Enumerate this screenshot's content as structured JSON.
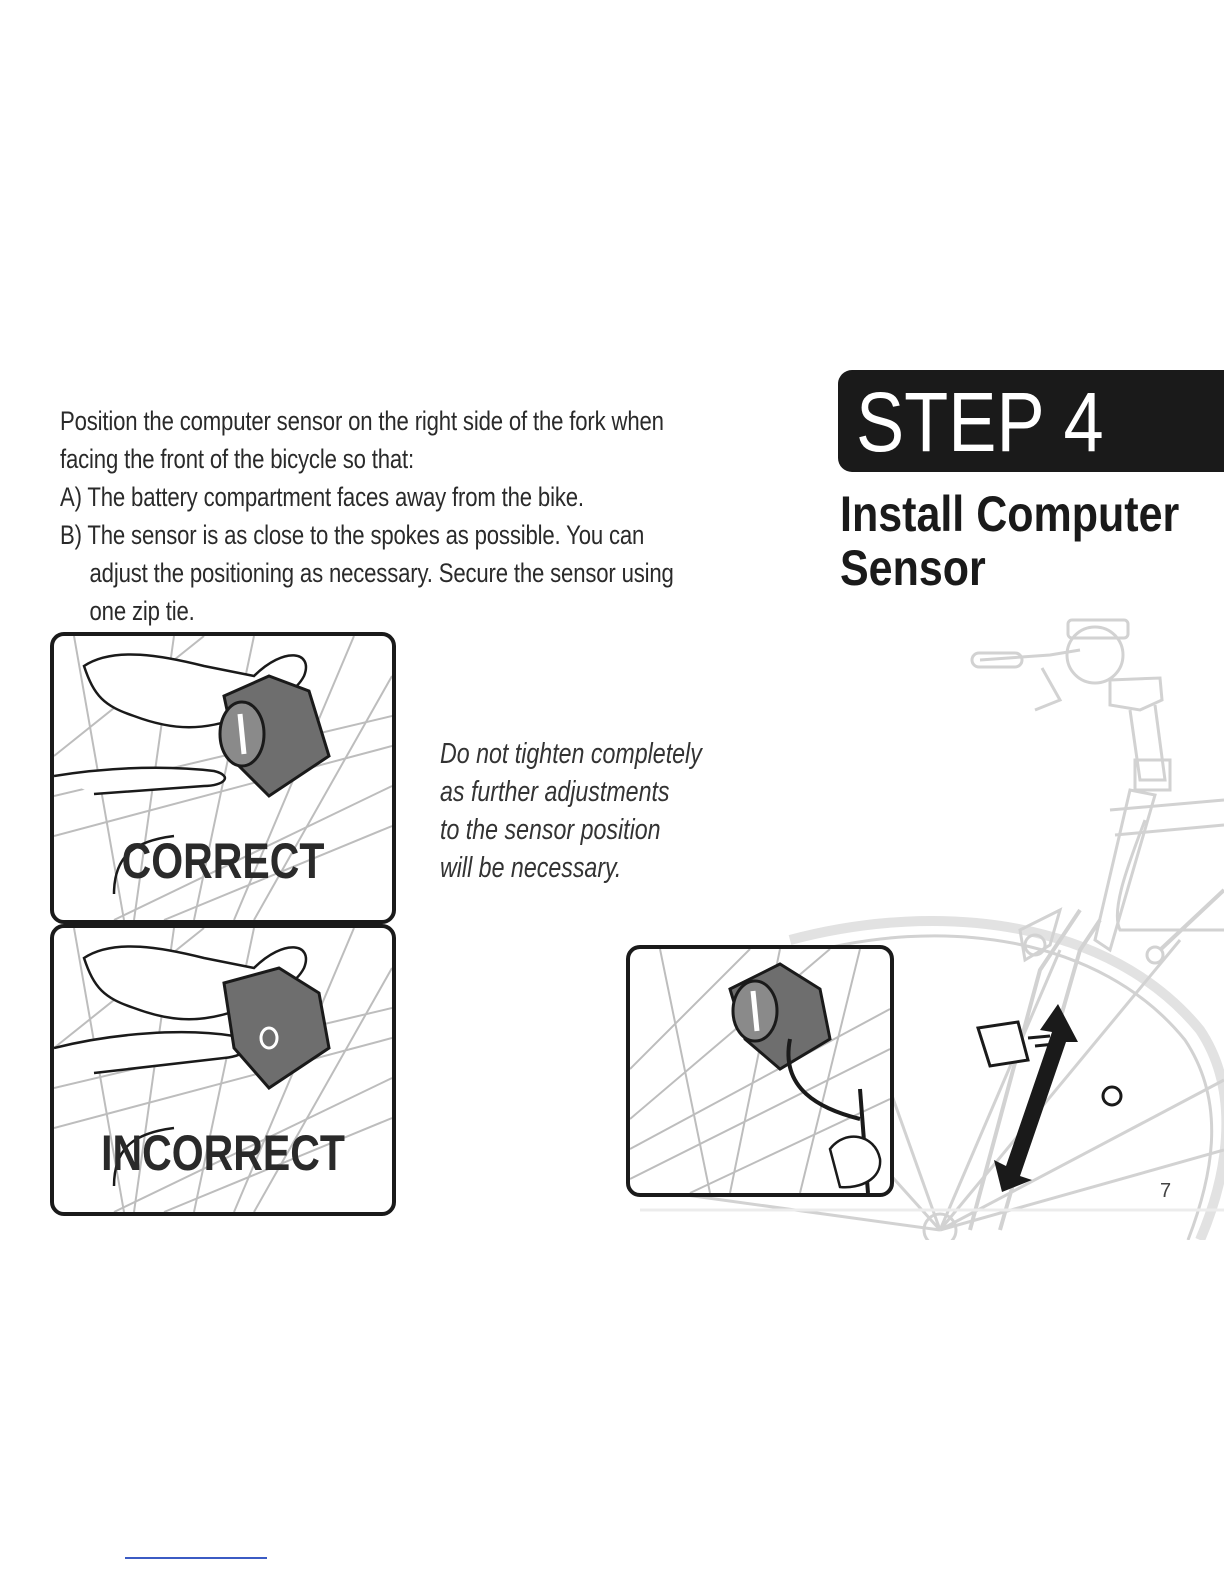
{
  "step": {
    "label": "STEP 4",
    "title_line1": "Install Computer",
    "title_line2": "Sensor"
  },
  "intro": {
    "lead": "Position the computer sensor on the right side of the fork when facing the front of the bicycle so that:",
    "items": [
      "A) The battery compartment faces away from the bike.",
      "B) The sensor is as close to the spokes as possible. You can adjust the positioning as necessary. Secure the sensor using one zip tie."
    ]
  },
  "note": {
    "lines": [
      "Do not tighten completely",
      "as further adjustments",
      "to the sensor position",
      "will be necessary."
    ]
  },
  "panels": {
    "correct_label": "CORRECT",
    "incorrect_label": "INCORRECT"
  },
  "page_number": "7",
  "colors": {
    "banner": "#1a1a1a",
    "illustration_gray": "#cfcfcf",
    "sensor_body": "#6e6e6e"
  },
  "icons": {
    "movement_arrow": "double-headed-arrow-icon"
  }
}
